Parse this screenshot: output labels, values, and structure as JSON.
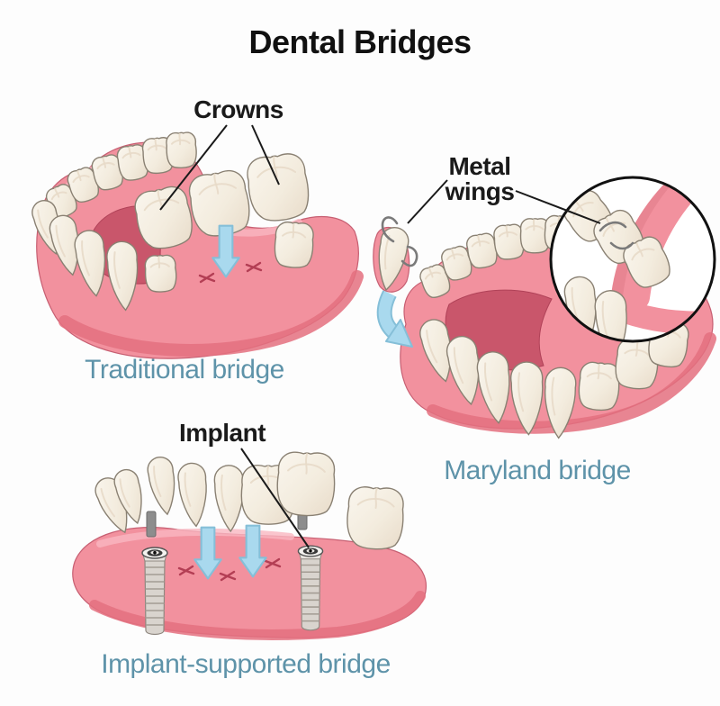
{
  "title": "Dental Bridges",
  "panels": {
    "traditional": {
      "label": "Crowns",
      "caption": "Traditional bridge"
    },
    "maryland": {
      "label_line1": "Metal",
      "label_line2": "wings",
      "caption": "Maryland bridge"
    },
    "implant": {
      "label": "Implant",
      "caption": "Implant-supported bridge"
    }
  },
  "icons": {
    "down_arrow_icon": "↓",
    "curved_arrow_icon": "↷",
    "magnifier_inset_icon": "○"
  },
  "colors": {
    "background": "#FDFDFD",
    "title_color": "#111111",
    "label_color": "#1A1A1A",
    "caption_color": "#5E93A9",
    "leader_line": "#1A1A1A",
    "gum_main": "#F2919E",
    "gum_light": "#F9B6C0",
    "gum_dark": "#E4707F",
    "gum_deep": "#C9566B",
    "stitch_color": "#B33E54",
    "tooth_light": "#FAF6EE",
    "tooth_mid": "#F3ECDE",
    "tooth_shade": "#E8DBC9",
    "tooth_outline": "#8A8173",
    "arrow_fill": "#A9D9EE",
    "arrow_stroke": "#85BFD8",
    "metal_gray": "#7A7A7A",
    "implant_body": "#D9D4CE",
    "inset_ring": "#111111"
  }
}
